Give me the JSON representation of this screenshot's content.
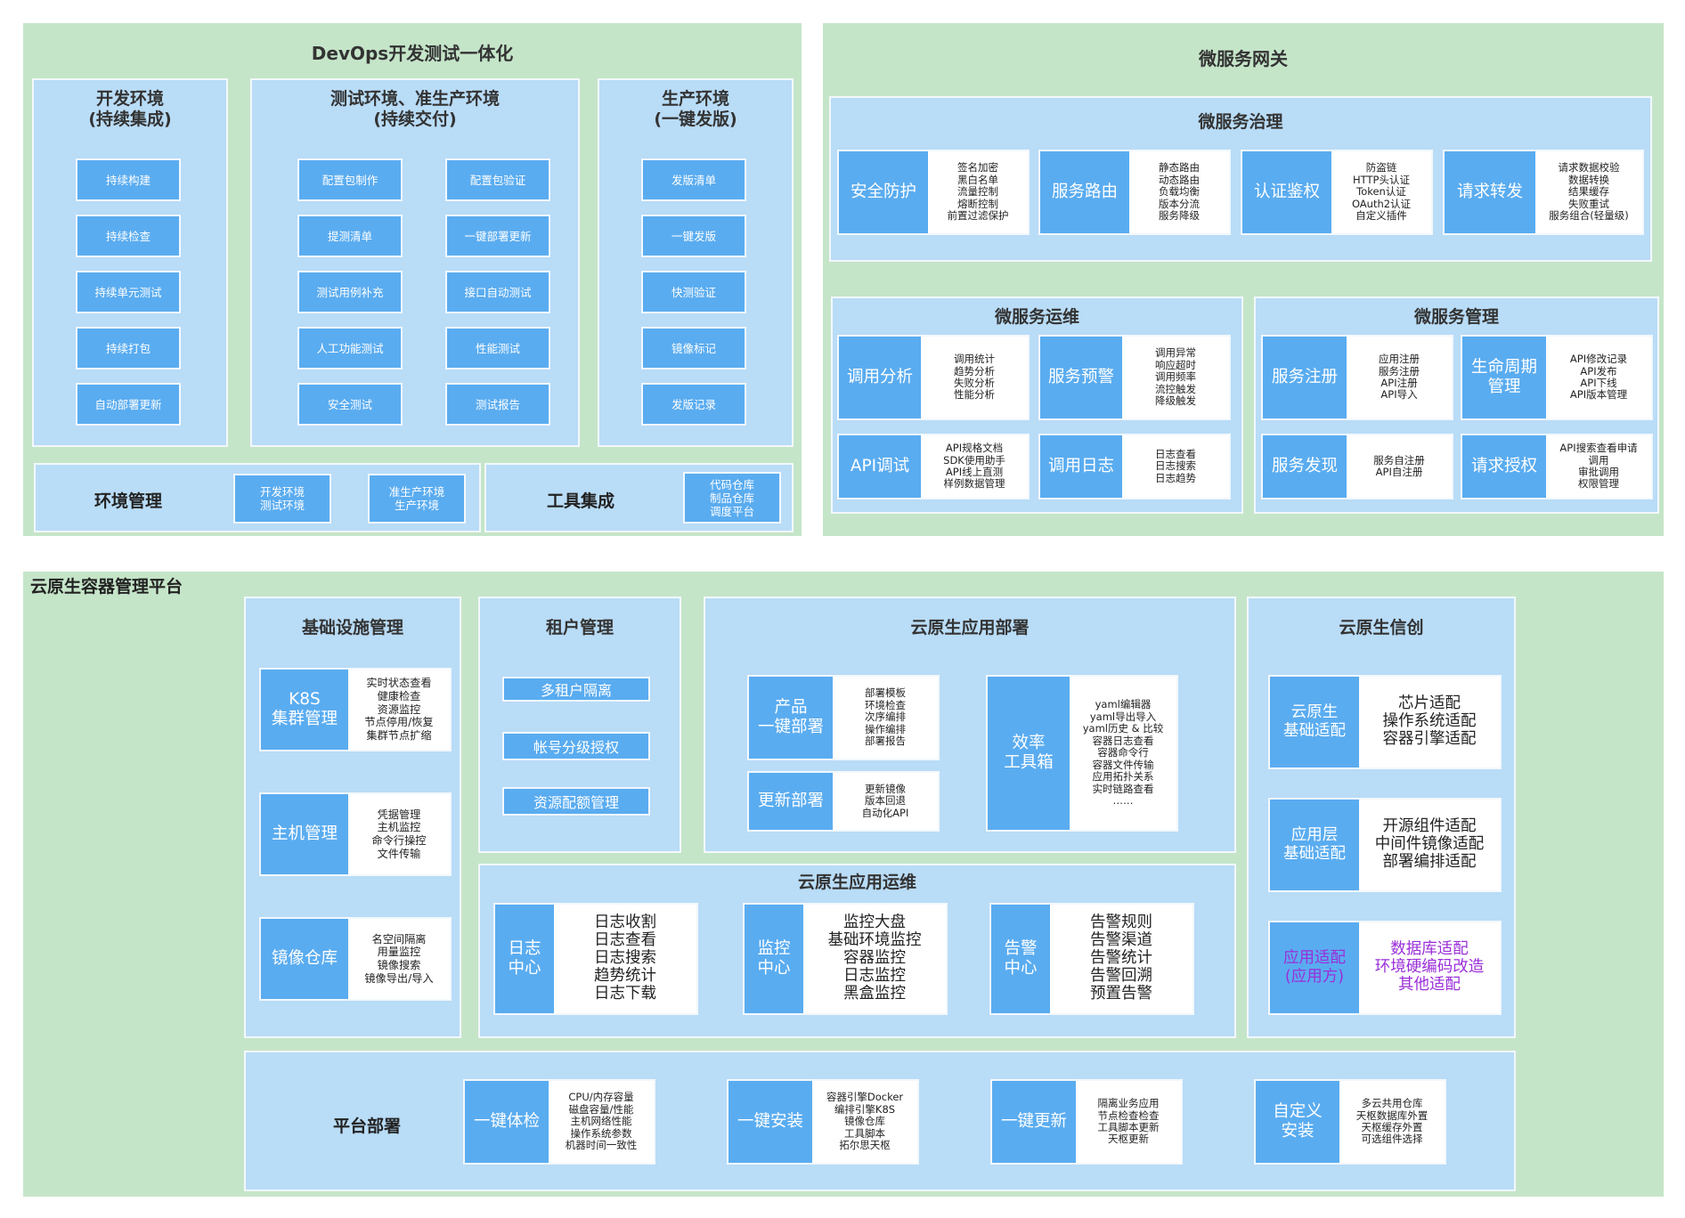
{
  "devops": {
    "title": "DevOps开发测试一体化",
    "dev": {
      "title": "开发环境\n(持续集成)",
      "items": [
        "持续构建",
        "持续检查",
        "持续单元测试",
        "持续打包",
        "自动部署更新"
      ]
    },
    "test": {
      "title": "测试环境、准生产环境\n(持续交付)",
      "items": [
        "配置包制作",
        "配置包验证",
        "提测清单",
        "一键部署更新",
        "测试用例补充",
        "接口自动测试",
        "人工功能测试",
        "性能测试",
        "安全测试",
        "测试报告"
      ]
    },
    "prod": {
      "title": "生产环境\n(一键发版)",
      "items": [
        "发版清单",
        "一键发版",
        "快测验证",
        "镜像标记",
        "发版记录"
      ]
    },
    "env": {
      "title": "环境管理",
      "items": [
        "开发环境\n测试环境",
        "准生产环境\n生产环境"
      ]
    },
    "tools": {
      "title": "工具集成",
      "item": "代码仓库\n制品仓库\n调度平台"
    }
  },
  "gateway": {
    "title": "微服务网关",
    "governance": {
      "title": "微服务治理",
      "cards": [
        {
          "label": "安全防护",
          "detail": "签名加密\n黑白名单\n流量控制\n熔断控制\n前置过滤保护"
        },
        {
          "label": "服务路由",
          "detail": "静态路由\n动态路由\n负载均衡\n版本分流\n服务降级"
        },
        {
          "label": "认证鉴权",
          "detail": "防盗链\nHTTP头认证\nToken认证\nOAuth2认证\n自定义插件"
        },
        {
          "label": "请求转发",
          "detail": "请求数据校验\n数据转换\n结果缓存\n失败重试\n服务组合(轻量级)"
        }
      ]
    },
    "ops": {
      "title": "微服务运维",
      "cards": [
        {
          "label": "调用分析",
          "detail": "调用统计\n趋势分析\n失败分析\n性能分析"
        },
        {
          "label": "服务预警",
          "detail": "调用异常\n响应超时\n调用频率\n流控触发\n降级触发"
        },
        {
          "label": "API调试",
          "detail": "API规格文档\nSDK使用助手\nAPI线上直测\n样例数据管理"
        },
        {
          "label": "调用日志",
          "detail": "日志查看\n日志搜索\n日志趋势"
        }
      ]
    },
    "mgmt": {
      "title": "微服务管理",
      "cards": [
        {
          "label": "服务注册",
          "detail": "应用注册\n服务注册\nAPI注册\nAPI导入"
        },
        {
          "label": "生命周期\n管理",
          "detail": "API修改记录\nAPI发布\nAPI下线\nAPI版本管理"
        },
        {
          "label": "服务发现",
          "detail": "服务自注册\nAPI自注册"
        },
        {
          "label": "请求授权",
          "detail": "API搜索查看申请\n调用\n审批调用\n权限管理"
        }
      ]
    }
  },
  "cloud": {
    "title": "云原生容器管理平台",
    "infra": {
      "title": "基础设施管理",
      "cards": [
        {
          "label": "K8S\n集群管理",
          "detail": "实时状态查看\n健康检查\n资源监控\n节点停用/恢复\n集群节点扩缩"
        },
        {
          "label": "主机管理",
          "detail": "凭据管理\n主机监控\n命令行操控\n文件传输"
        },
        {
          "label": "镜像仓库",
          "detail": "名空间隔离\n用量监控\n镜像搜索\n镜像导出/导入"
        }
      ]
    },
    "tenant": {
      "title": "租户管理",
      "items": [
        "多租户隔离",
        "帐号分级授权",
        "资源配额管理"
      ]
    },
    "deploy": {
      "title": "云原生应用部署",
      "cards": [
        {
          "label": "产品\n一键部署",
          "detail": "部署模板\n环境检查\n次序编排\n操作编排\n部署报告"
        },
        {
          "label": "更新部署",
          "detail": "更新镜像\n版本回退\n自动化API"
        },
        {
          "label": "效率\n工具箱",
          "detail": "yaml编辑器\nyaml导出导入\nyaml历史 & 比较\n容器日志查看\n容器命令行\n容器文件传输\n应用拓扑关系\n实时链路查看\n……"
        }
      ]
    },
    "xinchuang": {
      "title": "云原生信创",
      "cards": [
        {
          "label": "云原生\n基础适配",
          "detail": "芯片适配\n操作系统适配\n容器引擎适配"
        },
        {
          "label": "应用层\n基础适配",
          "detail": "开源组件适配\n中间件镜像适配\n部署编排适配"
        },
        {
          "label": "应用适配\n(应用方)",
          "detail": "数据库适配\n环境硬编码改造\n其他适配"
        }
      ]
    },
    "appops": {
      "title": "云原生应用运维",
      "cards": [
        {
          "label": "日志\n中心",
          "detail": "日志收割\n日志查看\n日志搜索\n趋势统计\n日志下载"
        },
        {
          "label": "监控\n中心",
          "detail": "监控大盘\n基础环境监控\n容器监控\n日志监控\n黑盒监控"
        },
        {
          "label": "告警\n中心",
          "detail": "告警规则\n告警渠道\n告警统计\n告警回溯\n预置告警"
        }
      ]
    },
    "platform": {
      "title": "平台部署",
      "cards": [
        {
          "label": "一键体检",
          "detail": "CPU/内存容量\n磁盘容量/性能\n主机网络性能\n操作系统参数\n机器时间一致性"
        },
        {
          "label": "一键安装",
          "detail": "容器引擎Docker\n编排引擎K8S\n镜像仓库\n工具脚本\n拓尔思天枢"
        },
        {
          "label": "一键更新",
          "detail": "隔离业务应用\n节点检查检查\n工具脚本更新\n天枢更新"
        },
        {
          "label": "自定义\n安装",
          "detail": "多云共用仓库\n天枢数据库外置\n天枢缓存外置\n可选组件选择"
        }
      ]
    }
  }
}
